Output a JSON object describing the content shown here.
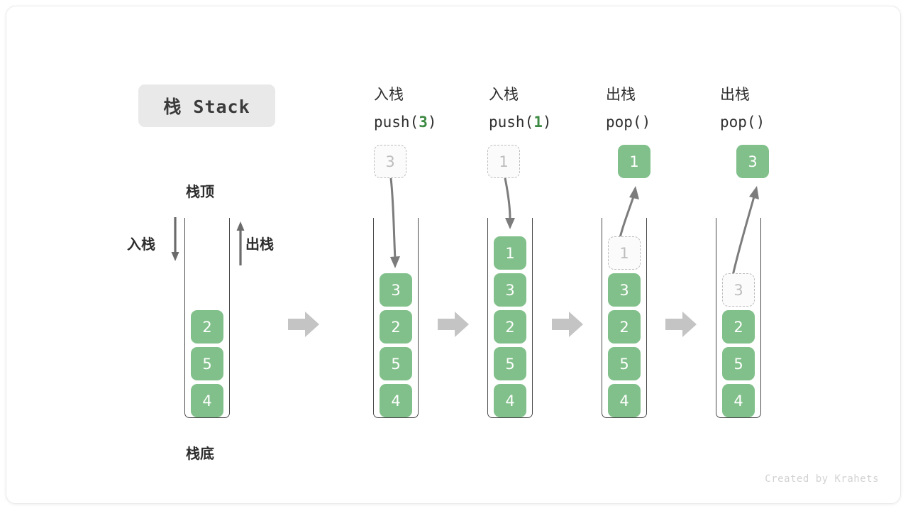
{
  "card": {
    "title_badge": "栈 Stack",
    "footer": "Created by Krahets"
  },
  "colors": {
    "element_fill": "#81c08a",
    "element_text": "#ffffff",
    "ghost_border": "#bdbdbd",
    "ghost_text": "#bdbdbd",
    "accent_green": "#3d8a43",
    "wall": "#4a4a4a",
    "separator_arrow": "#c4c4c4",
    "badge_bg": "#e9e9e9",
    "footer_text": "#d2d2d2"
  },
  "labels": {
    "top": "栈顶",
    "bottom": "栈底",
    "push_side": "入栈",
    "pop_side": "出栈"
  },
  "columns": [
    {
      "id": "initial",
      "header_cn": "",
      "header_code_prefix": "",
      "header_code_arg": "",
      "header_code_suffix": "",
      "float_cell": null,
      "cells": [
        {
          "value": "2",
          "state": "filled"
        },
        {
          "value": "5",
          "state": "filled"
        },
        {
          "value": "4",
          "state": "filled"
        }
      ]
    },
    {
      "id": "push-3",
      "header_cn": "入栈",
      "header_code_prefix": "push(",
      "header_code_arg": "3",
      "header_code_suffix": ")",
      "float_cell": {
        "value": "3",
        "state": "ghost"
      },
      "cells": [
        {
          "value": "3",
          "state": "filled"
        },
        {
          "value": "2",
          "state": "filled"
        },
        {
          "value": "5",
          "state": "filled"
        },
        {
          "value": "4",
          "state": "filled"
        }
      ]
    },
    {
      "id": "push-1",
      "header_cn": "入栈",
      "header_code_prefix": "push(",
      "header_code_arg": "1",
      "header_code_suffix": ")",
      "float_cell": {
        "value": "1",
        "state": "ghost"
      },
      "cells": [
        {
          "value": "1",
          "state": "filled"
        },
        {
          "value": "3",
          "state": "filled"
        },
        {
          "value": "2",
          "state": "filled"
        },
        {
          "value": "5",
          "state": "filled"
        },
        {
          "value": "4",
          "state": "filled"
        }
      ]
    },
    {
      "id": "pop-1",
      "header_cn": "出栈",
      "header_code_prefix": "pop(",
      "header_code_arg": "",
      "header_code_suffix": ")",
      "float_cell": {
        "value": "1",
        "state": "filled"
      },
      "cells": [
        {
          "value": "1",
          "state": "ghost"
        },
        {
          "value": "3",
          "state": "filled"
        },
        {
          "value": "2",
          "state": "filled"
        },
        {
          "value": "5",
          "state": "filled"
        },
        {
          "value": "4",
          "state": "filled"
        }
      ]
    },
    {
      "id": "pop-3",
      "header_cn": "出栈",
      "header_code_prefix": "pop(",
      "header_code_arg": "",
      "header_code_suffix": ")",
      "float_cell": {
        "value": "3",
        "state": "filled"
      },
      "cells": [
        {
          "value": "3",
          "state": "ghost"
        },
        {
          "value": "2",
          "state": "filled"
        },
        {
          "value": "5",
          "state": "filled"
        },
        {
          "value": "4",
          "state": "filled"
        }
      ]
    }
  ],
  "separators": [
    {
      "name": "separator-arrow-1"
    },
    {
      "name": "separator-arrow-2"
    },
    {
      "name": "separator-arrow-3"
    },
    {
      "name": "separator-arrow-4"
    }
  ]
}
